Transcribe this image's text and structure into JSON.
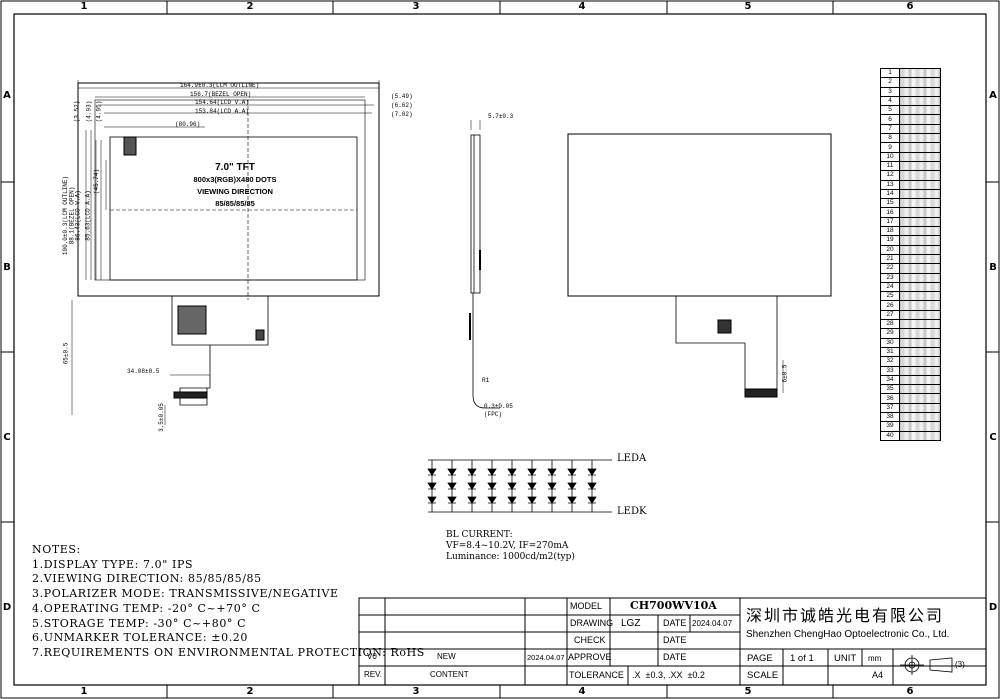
{
  "zones": {
    "top": [
      "1",
      "2",
      "3",
      "4",
      "5",
      "6"
    ],
    "side": [
      "A",
      "B",
      "C",
      "D"
    ]
  },
  "front_view": {
    "dims_top": [
      "164.9±0.3(LCM OUTLINE)",
      "156.7(BEZEL OPEN)",
      "154.64(LCD V.A)",
      "153.84(LCD A.A)",
      "(80.96)"
    ],
    "dims_right": [
      "(5.49)",
      "(6.62)",
      "(7.02)"
    ],
    "dims_left_top": [
      "(3.52)",
      "(4.93)",
      "(4.95)"
    ],
    "dims_left_side": [
      "100.0±0.3(LCM OUTLINE)",
      "88.1(BEZEL OPEN)",
      "86.43(LCD V.A)",
      "85.63(LCD A.A)",
      "(45.74)"
    ],
    "center_text": [
      "7.0\"  TFT",
      "800x3(RGB)X480 DOTS",
      "VIEWING DIRECTION",
      "85/85/85/85"
    ],
    "fpc_dims": [
      "65±0.5",
      "34.08±0.5",
      "3.5±0.05"
    ]
  },
  "side_view": {
    "dims": [
      "5.7±0.3",
      "0.3±0.05",
      "(FPC)",
      "R1"
    ]
  },
  "back_view": {
    "dims": [
      "6±0.5"
    ]
  },
  "led": {
    "labels": [
      "LEDA",
      "LEDK"
    ]
  },
  "bl": {
    "lines": [
      "BL CURRENT:",
      "VF=8.4~10.2V, IF=270mA",
      "Luminance: 1000cd/m2(typ)"
    ]
  },
  "pins": [
    "1",
    "2",
    "3",
    "4",
    "5",
    "6",
    "7",
    "8",
    "9",
    "10",
    "11",
    "12",
    "13",
    "14",
    "15",
    "16",
    "17",
    "18",
    "19",
    "20",
    "21",
    "22",
    "23",
    "24",
    "25",
    "26",
    "27",
    "28",
    "29",
    "30",
    "31",
    "32",
    "33",
    "34",
    "35",
    "36",
    "37",
    "38",
    "39",
    "40"
  ],
  "notes": {
    "title": "NOTES:",
    "items": [
      "1.DISPLAY TYPE: 7.0\" IPS",
      "2.VIEWING DIRECTION: 85/85/85/85",
      "3.POLARIZER MODE: TRANSMISSIVE/NEGATIVE",
      "4.OPERATING TEMP: -20° C~+70° C",
      "5.STORAGE TEMP: -30° C~+80° C",
      "6.UNMARKER TOLERANCE: ±0.20",
      "7.REQUIREMENTS ON ENVIRONMENTAL PROTECTION: RoHS"
    ]
  },
  "title_block": {
    "model_label": "MODEL",
    "model_value": "CH700WV10A",
    "drawing_label": "DRAWING",
    "drawing_value": "LGZ",
    "date_label": "DATE",
    "drawing_date": "2024.04.07",
    "check_label": "CHECK",
    "approve_label": "APPROVE",
    "rev_v0": "V0",
    "rev_new": "NEW",
    "rev_date": "2024.04.07",
    "rev_label": "REV.",
    "content_label": "CONTENT",
    "tolerance_label": "TOLERANCE",
    "tolerance_value": ".X  ±0.3, .XX  ±0.2",
    "company_cn": "深圳市诚皓光电有限公司",
    "company_en": "Shenzhen ChengHao Optoelectronic Co., Ltd.",
    "page_label": "PAGE",
    "page_value": "1 of 1",
    "unit_label": "UNIT",
    "unit_value": "mm",
    "scale_label": "SCALE",
    "size_value": "A4",
    "projection": "(3)"
  }
}
